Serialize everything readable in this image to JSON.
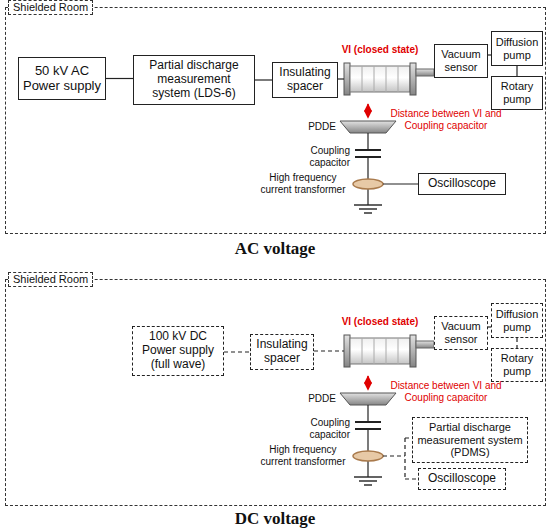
{
  "diagram": {
    "nodes": [
      {
        "text": [
          "Shielded Room"
        ]
      },
      {
        "text": [
          "50 kV AC Power supply"
        ],
        "in": 0
      },
      {
        "text": [
          "Partial discharge measurement system (LDS-6)"
        ],
        "in": 0
      },
      {
        "text": [
          "Insulating spacer"
        ],
        "in": 0
      },
      {
        "text": [
          "Vacuum sensor"
        ],
        "in": 0
      },
      {
        "text": [
          "Diffusion pump"
        ],
        "in": 0
      },
      {
        "text": [
          "Rotary pump"
        ],
        "in": 0
      },
      {
        "text": [
          "Oscilloscope"
        ],
        "in": 0
      },
      {
        "text": [
          "Shielded Room"
        ]
      },
      {
        "text": [
          "100 kV DC Power supply (full wave)"
        ],
        "in": 8
      },
      {
        "text": [
          "Insulating spacer"
        ],
        "in": 8
      },
      {
        "text": [
          "Vacuum sensor"
        ],
        "in": 8
      },
      {
        "text": [
          "Diffusion pump"
        ],
        "in": 8
      },
      {
        "text": [
          "Rotary pump"
        ],
        "in": 8
      },
      {
        "text": [
          "Partial discharge measurement system (PDMS)"
        ],
        "in": 8
      },
      {
        "text": [
          "Oscilloscope"
        ],
        "in": 8
      }
    ],
    "edges": [
      {
        "from": 1,
        "to": 2,
        "arrow": "none"
      },
      {
        "from": 2,
        "to": 3,
        "arrow": "none"
      },
      {
        "from": 4,
        "to": 5,
        "arrow": "none"
      },
      {
        "from": 5,
        "to": 6,
        "arrow": "none"
      },
      {
        "from": 9,
        "to": 10,
        "arrow": "none"
      },
      {
        "from": 11,
        "to": 12,
        "arrow": "none"
      },
      {
        "from": 12,
        "to": 13,
        "arrow": "none"
      }
    ],
    "labels": [
      "VI (closed state)",
      "Distance between VI and Coupling capacitor",
      "PDDE",
      "Coupling capacitor",
      "High frequency current transformer",
      "AC voltage",
      "VI (closed state)",
      "Distance between VI and Coupling capacitor",
      "PDDE",
      "Coupling capacitor",
      "High frequency current transformer",
      "DC voltage"
    ]
  }
}
